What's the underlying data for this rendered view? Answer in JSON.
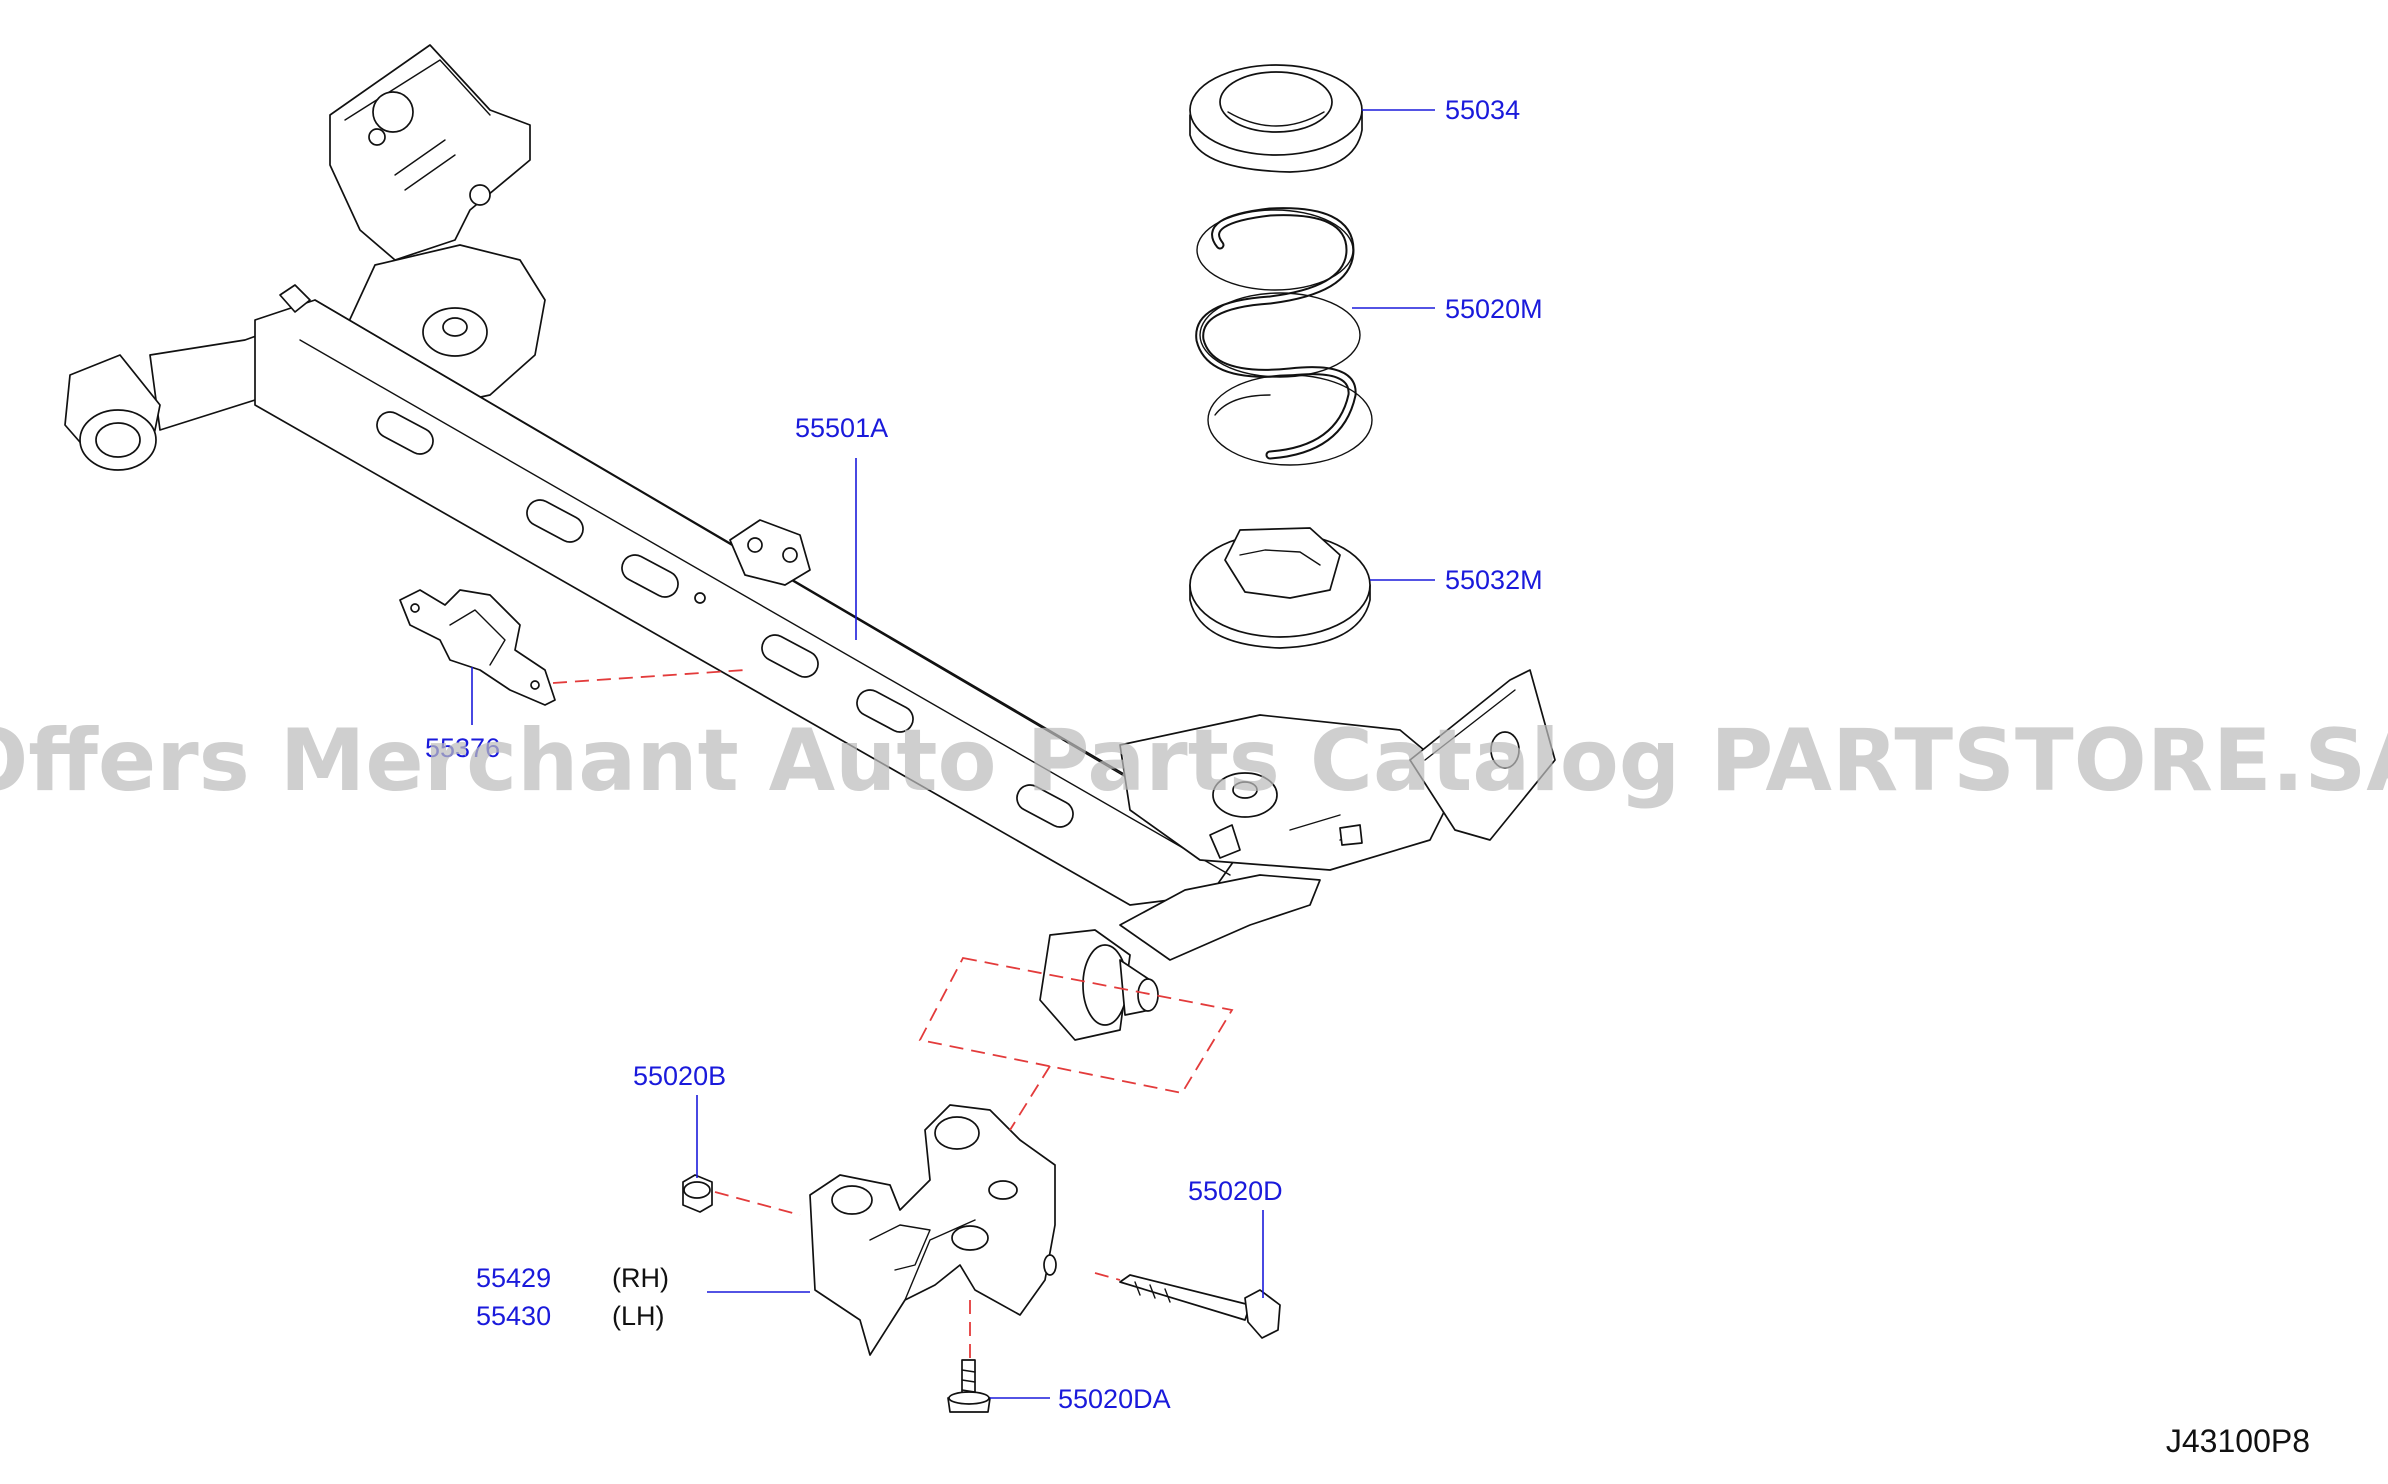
{
  "labels": {
    "seat_upper": "55034",
    "spring": "55020M",
    "seat_lower": "55032M",
    "axle_beam": "55501A",
    "bracket_small": "55376",
    "nut": "55020B",
    "bracket_rh_num": "55429",
    "bracket_rh_side": "(RH)",
    "bracket_lh_num": "55430",
    "bracket_lh_side": "(LH)",
    "bolt_long": "55020D",
    "bolt_short": "55020DA"
  },
  "watermark": "Offers Merchant Auto Parts Catalog PARTSTORE.SA",
  "diagram_code": "J43100P8",
  "colors": {
    "label": "#1a1adb",
    "leader": "#1a1adb",
    "alignment_dash": "#e33b3b",
    "outline": "#111111"
  }
}
